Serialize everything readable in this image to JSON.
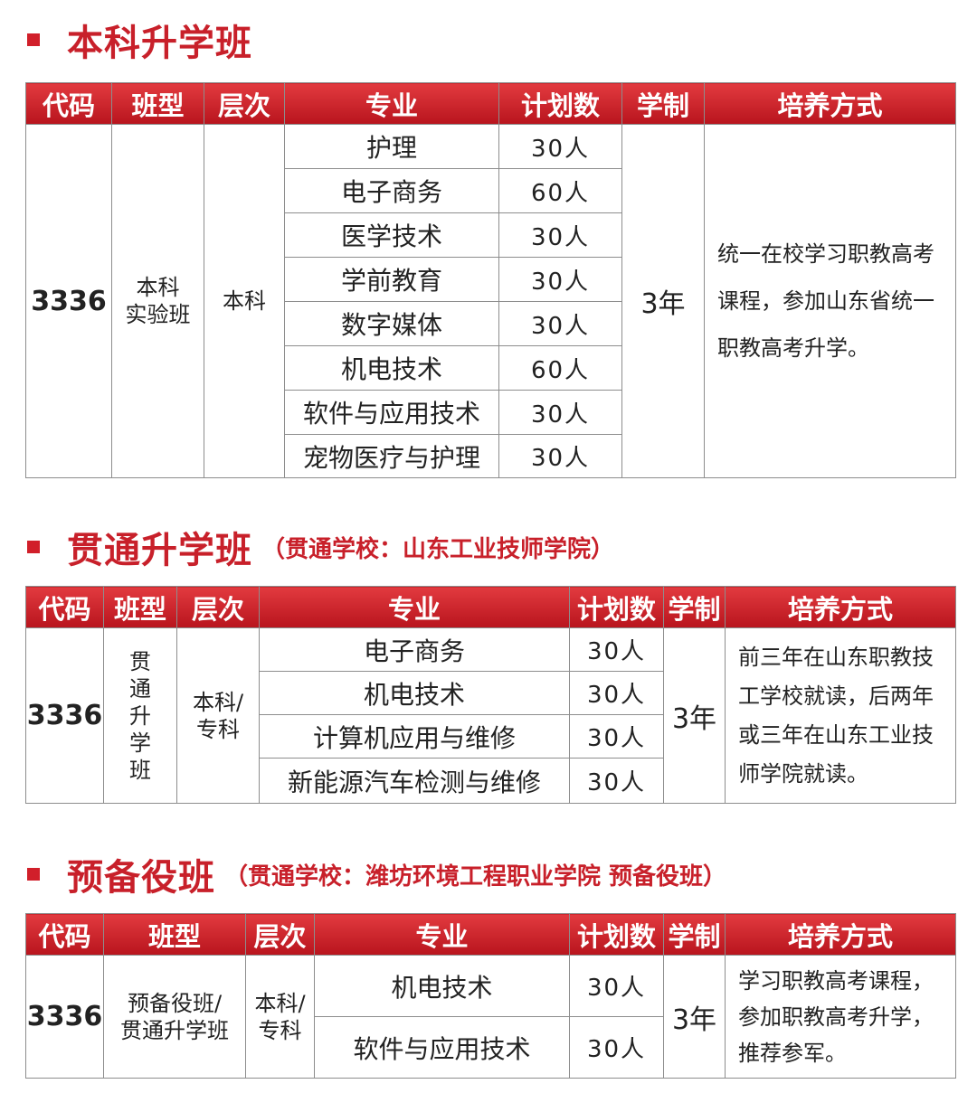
{
  "headers": {
    "code": "代码",
    "type": "班型",
    "level": "层次",
    "major": "专业",
    "plan": "计划数",
    "duration": "学制",
    "method": "培养方式"
  },
  "s1": {
    "title": "本科升学班",
    "code": "3336",
    "type_line1": "本科",
    "type_line2": "实验班",
    "level": "本科",
    "years": "3年",
    "method": "统一在校学习职教高考课程，参加山东省统一职教高考升学。",
    "rows": [
      {
        "major": "护理",
        "count": "30人"
      },
      {
        "major": "电子商务",
        "count": "60人"
      },
      {
        "major": "医学技术",
        "count": "30人"
      },
      {
        "major": "学前教育",
        "count": "30人"
      },
      {
        "major": "数字媒体",
        "count": "30人"
      },
      {
        "major": "机电技术",
        "count": "60人"
      },
      {
        "major": "软件与应用技术",
        "count": "30人"
      },
      {
        "major": "宠物医疗与护理",
        "count": "30人"
      }
    ]
  },
  "s2": {
    "title": "贯通升学班",
    "subtitle": "（贯通学校：山东工业技师学院）",
    "code": "3336",
    "type": "贯通升学班",
    "level_line1": "本科/",
    "level_line2": "专科",
    "years": "3年",
    "method": "前三年在山东职教技工学校就读，后两年或三年在山东工业技师学院就读。",
    "rows": [
      {
        "major": "电子商务",
        "count": "30人"
      },
      {
        "major": "机电技术",
        "count": "30人"
      },
      {
        "major": "计算机应用与维修",
        "count": "30人"
      },
      {
        "major": "新能源汽车检测与维修",
        "count": "30人"
      }
    ]
  },
  "s3": {
    "title": "预备役班",
    "subtitle": "（贯通学校：潍坊环境工程职业学院 预备役班）",
    "code": "3336",
    "type_line1": "预备役班/",
    "type_line2": "贯通升学班",
    "level_line1": "本科/",
    "level_line2": "专科",
    "years": "3年",
    "method": "学习职教高考课程，参加职教高考升学，推荐参军。",
    "rows": [
      {
        "major": "机电技术",
        "count": "30人"
      },
      {
        "major": "软件与应用技术",
        "count": "30人"
      }
    ]
  }
}
